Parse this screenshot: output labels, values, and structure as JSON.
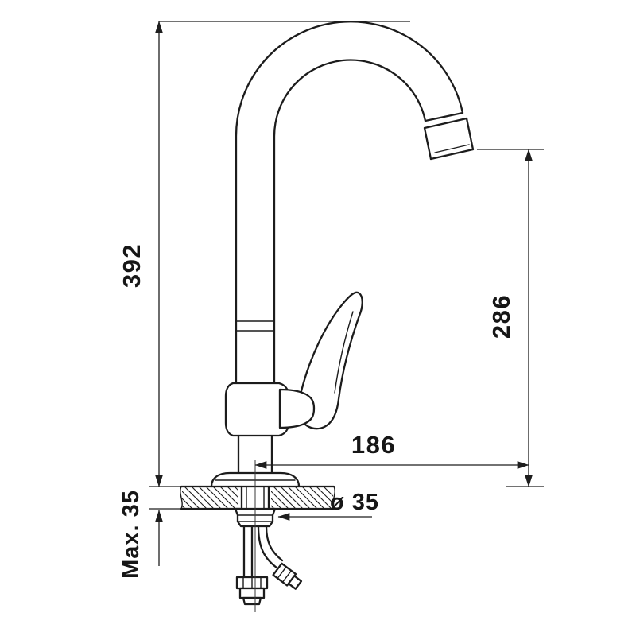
{
  "diagram": {
    "type": "technical-drawing",
    "subject": "kitchen faucet side elevation with installation dimensions",
    "background": "#ffffff",
    "line_color": "#1c1c1c",
    "labels": {
      "overall_height_mm": "392",
      "spout_outlet_height_mm": "286",
      "spout_reach_mm": "186",
      "mounting_hole_diameter": "ø 35",
      "max_deck_thickness": "Max. 35"
    }
  }
}
